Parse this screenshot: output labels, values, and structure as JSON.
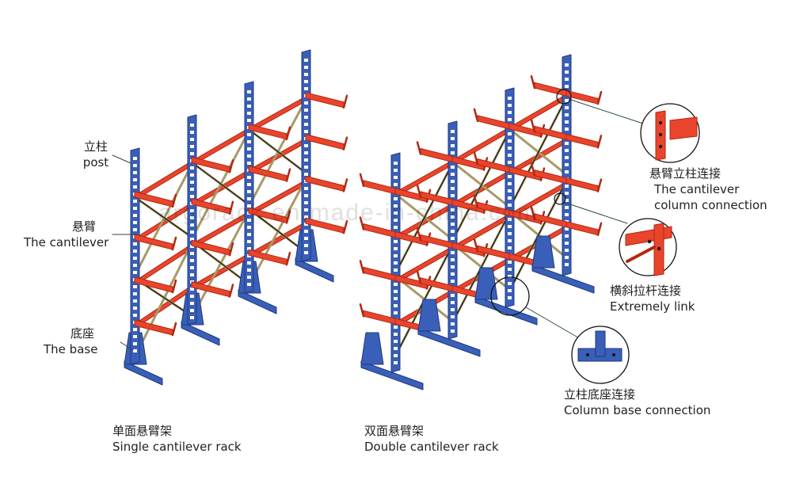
{
  "colors": {
    "post": "#3a5fb8",
    "post_edge": "#1f3a80",
    "arm": "#e8452c",
    "arm_edge": "#b22814",
    "brace": "#a79a66",
    "ink": "#222222"
  },
  "labels": {
    "post_cn": "立柱",
    "post_en": "post",
    "cantilever_cn": "悬臂",
    "cantilever_en": "The cantilever",
    "base_cn": "底座",
    "base_en": "The base",
    "arm_conn_cn": "悬臂立柱连接",
    "arm_conn_en": "The cantilever",
    "arm_conn_en2": "column connection",
    "link_cn": "横斜拉杆连接",
    "link_en": "Extremely link",
    "base_conn_cn": "立柱底座连接",
    "base_conn_en": "Column base connection"
  },
  "captions": {
    "single_cn": "单面悬臂架",
    "single_en": "Single cantilever rack",
    "double_cn": "双面悬臂架",
    "double_en": "Double cantilever rack"
  },
  "watermark": "argorack.en.made-in-china.com"
}
